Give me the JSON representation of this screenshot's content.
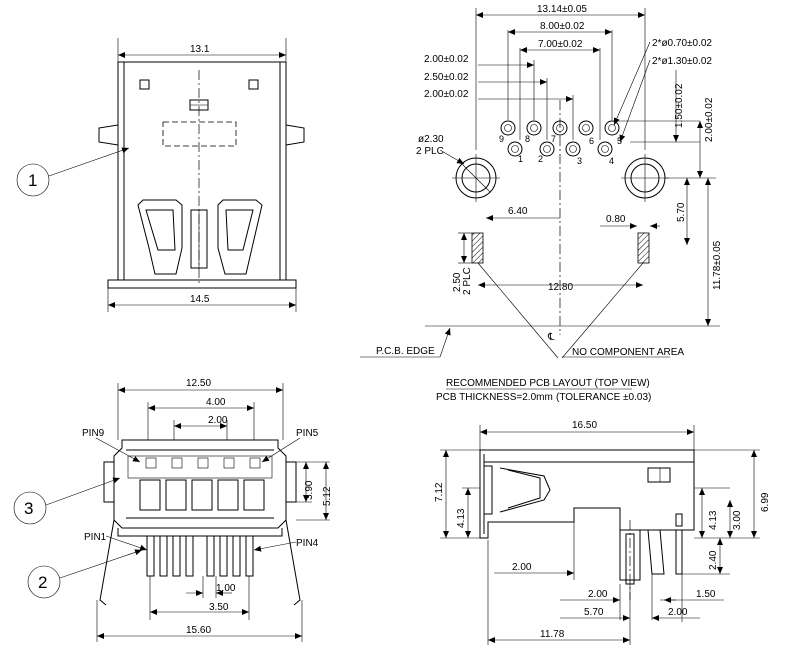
{
  "front_view": {
    "width_top": "13.1",
    "width_bottom": "14.5",
    "callout": "1"
  },
  "pcb_layout": {
    "dim_overall": "13.14±0.05",
    "dim_8": "8.00±0.02",
    "dim_7": "7.00±0.02",
    "dim_200a": "2.00±0.02",
    "dim_250": "2.50±0.02",
    "dim_200b": "2.00±0.02",
    "hole_small": "2*ø0.70±0.02",
    "hole_large": "2*ø1.30±0.02",
    "boss_dia": "ø2.30",
    "boss_plc": "2 PLC",
    "dim_150": "1.50±0.02",
    "dim_200v": "2.00±0.02",
    "dim_640": "6.40",
    "dim_080": "0.80",
    "dim_570": "5.70",
    "dim_1178": "11.78±0.05",
    "dim_250v": "2.50",
    "dim_250v_plc": "2 PLC",
    "dim_1280": "12.80",
    "pin_nums": [
      "9",
      "8",
      "7",
      "6",
      "5",
      "1",
      "2",
      "3",
      "4"
    ],
    "centerline": "℄",
    "pcb_edge": "P.C.B. EDGE",
    "no_component": "NO COMPONENT AREA",
    "title": "RECOMMENDED PCB LAYOUT (TOP VIEW)",
    "thickness": "PCB THICKNESS=2.0mm",
    "tolerance": "(TOLERANCE ±0.03)"
  },
  "rear_view": {
    "dim_1250": "12.50",
    "dim_400": "4.00",
    "dim_200": "2.00",
    "dim_390": "3.90",
    "dim_512": "5.12",
    "dim_100": "1.00",
    "dim_350": "3.50",
    "dim_1560": "15.60",
    "pin9": "PIN9",
    "pin5": "PIN5",
    "pin1": "PIN1",
    "pin4": "PIN4",
    "callout3": "3",
    "callout2": "2"
  },
  "side_view": {
    "dim_1650": "16.50",
    "dim_712": "7.12",
    "dim_413l": "4.13",
    "dim_699": "6.99",
    "dim_413r": "4.13",
    "dim_300": "3.00",
    "dim_240": "2.40",
    "dim_200a": "2.00",
    "dim_200b": "2.00",
    "dim_150": "1.50",
    "dim_570": "5.70",
    "dim_200c": "2.00",
    "dim_1178": "11.78"
  }
}
